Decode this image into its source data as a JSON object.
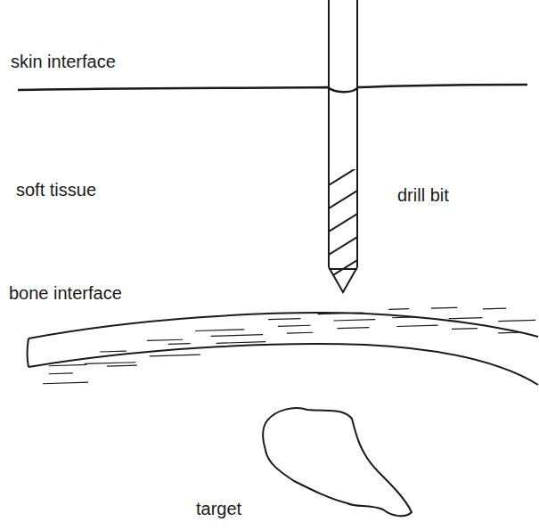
{
  "diagram": {
    "labels": [
      "skin interface",
      "soft tissue",
      "drill bit",
      "bone interface",
      "target"
    ]
  }
}
